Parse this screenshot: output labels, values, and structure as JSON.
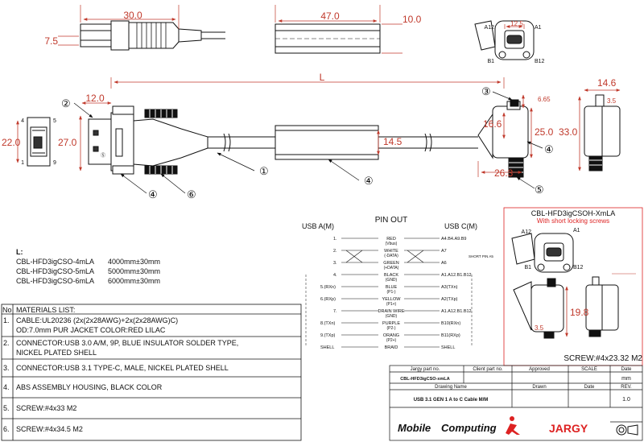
{
  "dimensions": {
    "plug_length": "30.0",
    "plug_height": "7.5",
    "housing_length": "47.0",
    "housing_height": "10.0",
    "typec_width": "12.5",
    "cable_length": "L",
    "screw_offset": "12.0",
    "usb_a_height": "22.0",
    "usb_a_body": "27.0",
    "housing_dia": "14.5",
    "typec_depth": "14.6",
    "typec_screw": "3.5",
    "typec_tip": "6.65",
    "typec_neck": "16.6",
    "typec_body": "25.0",
    "typec_height": "33.0",
    "typec_base": "26.3",
    "short_height": "19.8",
    "short_screw": "3.5"
  },
  "pin_labels": {
    "a12": "A12",
    "a1": "A1",
    "b1": "B1",
    "b12": "B12",
    "p4": "4",
    "p5": "5",
    "p1": "1",
    "p9": "9"
  },
  "callouts": [
    "①",
    "②",
    "③",
    "④",
    "⑤",
    "⑥"
  ],
  "plug_mark": "Ⓢ",
  "pinout": {
    "title": "PIN OUT",
    "left_header": "USB A(M)",
    "right_header": "USB C(M)",
    "rows": [
      {
        "left": "1.",
        "name": "RED",
        "sub": "(Vbus)",
        "right": "A4.B4.A9.B9"
      },
      {
        "left": "2.",
        "name": "WHITE",
        "sub": "(-DATA)",
        "right": "A7"
      },
      {
        "left": "3.",
        "name": "GREEN",
        "sub": "(+DATA)",
        "right": "A6"
      },
      {
        "left": "4.",
        "name": "BLACK",
        "sub": "(GND)",
        "right": "A1.A12.B1.B12"
      },
      {
        "left": "5.(RXn)",
        "name": "BLUE",
        "sub": "(P1-)",
        "right": "A3(TXn)"
      },
      {
        "left": "6.(RXp)",
        "name": "YELLOW",
        "sub": "(P1+)",
        "right": "A2(TXp)"
      },
      {
        "left": "7.",
        "name": "DRAIN WIRE",
        "sub": "(GND)",
        "right": "A1.A12.B1.B12"
      },
      {
        "left": "8.(TXn)",
        "name": "PURPLE",
        "sub": "(P2-)",
        "right": "B10(RXn)"
      },
      {
        "left": "9.(TXp)",
        "name": "ORANG",
        "sub": "(P2+)",
        "right": "B11(RXp)"
      },
      {
        "left": "SHELL",
        "name": "BRAID",
        "sub": "",
        "right": "SHELL"
      }
    ],
    "short_note": "SHORT PIN A5"
  },
  "lengths": {
    "heading": "L:",
    "items": [
      {
        "part": "CBL-HFD3igCSO-4mLA",
        "value": "4000mm±30mm"
      },
      {
        "part": "CBL-HFD3igCSO-5mLA",
        "value": "5000mm±30mm"
      },
      {
        "part": "CBL-HFD3igCSO-6mLA",
        "value": "6000mm±30mm"
      }
    ]
  },
  "materials": {
    "col_no": "No",
    "col_title": "MATERIALS LIST:",
    "rows": [
      {
        "no": "1.",
        "lines": [
          "CABLE:UL20236 (2x(2x28AWG)+2x(2x28AWG)C)",
          "OD:7.0mm  PUR JACKET COLOR:RED LILAC"
        ]
      },
      {
        "no": "2.",
        "lines": [
          "CONNECTOR:USB 3.0 A/M, 9P, BLUE INSULATOR SOLDER TYPE,",
          "NICKEL PLATED SHELL"
        ]
      },
      {
        "no": "3.",
        "lines": [
          "CONNECTOR:USB 3.1 TYPE-C, MALE, NICKEL PLATED SHELL"
        ]
      },
      {
        "no": "4.",
        "lines": [
          "ABS ASSEMBLY HOUSING, BLACK COLOR"
        ]
      },
      {
        "no": "5.",
        "lines": [
          "SCREW:#4x33 M2"
        ]
      },
      {
        "no": "6.",
        "lines": [
          "SCREW:#4x34.5 M2"
        ]
      }
    ]
  },
  "variant": {
    "title": "CBL-HFD3igCSOH-XmLA",
    "subtitle": "With short locking screws",
    "screw": "SCREW:#4x23.32 M2"
  },
  "title_block": {
    "h_jargy": "Jargy part no.",
    "h_client": "Client part no.",
    "h_approved": "Approved",
    "h_scale": "SCALE",
    "h_date": "Date",
    "part_no": "CBL-HFD3igCSO-xmLA",
    "unit": "mm",
    "h_drawing": "Drawing Name",
    "h_drawn": "Drawn",
    "h_rev": "REV.",
    "drawing_name": "USB 3.1 GEN 1 A to C Cable M/M",
    "rev": "1.0",
    "brand_a": "Mobile",
    "brand_b": "Computing",
    "brand_c": "JARGY"
  }
}
